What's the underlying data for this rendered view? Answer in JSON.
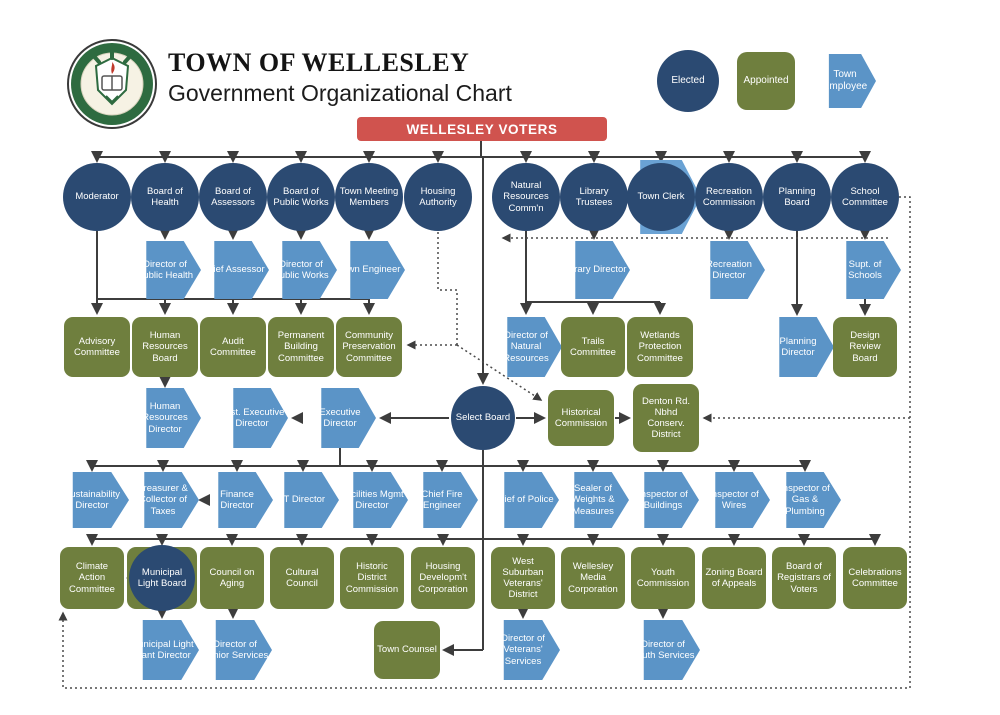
{
  "header": {
    "title": "TOWN OF WELLESLEY",
    "subtitle": "Government Organizational Chart",
    "seal_alt": "Town of Wellesley seal - April 6 1881"
  },
  "banner": {
    "label": "WELLESLEY VOTERS"
  },
  "legend": {
    "items": [
      {
        "label": "Elected",
        "type": "elected"
      },
      {
        "label": "Appointed",
        "type": "appointed"
      },
      {
        "label": "Town Employee",
        "type": "employee"
      }
    ]
  },
  "colors": {
    "elected": "#2b4a72",
    "appointed": "#6f7f3e",
    "employee": "#5b94c7",
    "employee_light": "#6aa2d4",
    "banner": "#d0534e",
    "line": "#3d3d3d",
    "dotted": "#4a4a4a"
  },
  "nodes": [
    {
      "id": "moderator",
      "label": "Moderator",
      "type": "elected"
    },
    {
      "id": "board-of-health",
      "label": "Board of Health",
      "type": "elected"
    },
    {
      "id": "board-of-assessors",
      "label": "Board of Assessors",
      "type": "elected"
    },
    {
      "id": "board-of-public-works",
      "label": "Board of Public Works",
      "type": "elected"
    },
    {
      "id": "town-meeting-members",
      "label": "Town Meeting Members",
      "type": "elected"
    },
    {
      "id": "housing-authority",
      "label": "Housing Authority",
      "type": "elected"
    },
    {
      "id": "natural-resources-commn",
      "label": "Natural Resources Comm'n",
      "type": "elected"
    },
    {
      "id": "library-trustees",
      "label": "Library Trustees",
      "type": "elected"
    },
    {
      "id": "town-clerk",
      "label": "Town Clerk",
      "type": "elected-employee"
    },
    {
      "id": "recreation-commission",
      "label": "Recreation Commission",
      "type": "elected"
    },
    {
      "id": "planning-board",
      "label": "Planning Board",
      "type": "elected"
    },
    {
      "id": "school-committee",
      "label": "School Committee",
      "type": "elected"
    },
    {
      "id": "director-of-public-health",
      "label": "Director of Public Health",
      "type": "employee"
    },
    {
      "id": "chief-assessor",
      "label": "Chief Assessor",
      "type": "employee"
    },
    {
      "id": "director-of-public-works",
      "label": "Director of Public Works",
      "type": "employee"
    },
    {
      "id": "town-engineer",
      "label": "Town Engineer",
      "type": "employee"
    },
    {
      "id": "library-director",
      "label": "Library Director",
      "type": "employee"
    },
    {
      "id": "recreation-director",
      "label": "Recreation Director",
      "type": "employee"
    },
    {
      "id": "supt-of-schools",
      "label": "Supt. of Schools",
      "type": "employee"
    },
    {
      "id": "advisory-committee",
      "label": "Advisory Committee",
      "type": "appointed"
    },
    {
      "id": "human-resources-board",
      "label": "Human Resources Board",
      "type": "appointed"
    },
    {
      "id": "audit-committee",
      "label": "Audit Committee",
      "type": "appointed"
    },
    {
      "id": "permanent-building-committee",
      "label": "Permanent Building Committee",
      "type": "appointed"
    },
    {
      "id": "community-preservation-committee",
      "label": "Community Preservation Committee",
      "type": "appointed"
    },
    {
      "id": "director-of-natural-resources",
      "label": "Director of Natural Resources",
      "type": "employee"
    },
    {
      "id": "trails-committee",
      "label": "Trails Committee",
      "type": "appointed"
    },
    {
      "id": "wetlands-protection-committee",
      "label": "Wetlands Protection Committee",
      "type": "appointed"
    },
    {
      "id": "planning-director",
      "label": "Planning Director",
      "type": "employee"
    },
    {
      "id": "design-review-board",
      "label": "Design Review Board",
      "type": "appointed"
    },
    {
      "id": "human-resources-director",
      "label": "Human Resources Director",
      "type": "employee"
    },
    {
      "id": "asst-executive-director",
      "label": "Asst. Executive Director",
      "type": "employee"
    },
    {
      "id": "executive-director",
      "label": "Executive Director",
      "type": "employee"
    },
    {
      "id": "select-board",
      "label": "Select Board",
      "type": "elected"
    },
    {
      "id": "historical-commission",
      "label": "Historical Commission",
      "type": "appointed"
    },
    {
      "id": "denton-rd-nbhd-conserv-district",
      "label": "Denton Rd. Nbhd Conserv. District",
      "type": "appointed"
    },
    {
      "id": "sustainability-director",
      "label": "Sustainability Director",
      "type": "employee"
    },
    {
      "id": "treasurer-collector-of-taxes",
      "label": "Treasurer & Collector of Taxes",
      "type": "employee"
    },
    {
      "id": "finance-director",
      "label": "Finance Director",
      "type": "employee"
    },
    {
      "id": "it-director",
      "label": "IT Director",
      "type": "employee"
    },
    {
      "id": "facilities-mgmt-director",
      "label": "Facilities Mgmt Director",
      "type": "employee"
    },
    {
      "id": "chief-fire-engineer",
      "label": "Chief Fire Engineer",
      "type": "employee"
    },
    {
      "id": "chief-of-police",
      "label": "Chief of Police",
      "type": "employee"
    },
    {
      "id": "sealer-of-weights-measures",
      "label": "Sealer of Weights & Measures",
      "type": "employee"
    },
    {
      "id": "inspector-of-buildings",
      "label": "Inspector of Buildings",
      "type": "employee"
    },
    {
      "id": "inspector-of-wires",
      "label": "Inspector of Wires",
      "type": "employee"
    },
    {
      "id": "inspector-of-gas-plumbing",
      "label": "Inspector of Gas & Plumbing",
      "type": "employee"
    },
    {
      "id": "climate-action-committee",
      "label": "Climate Action Committee",
      "type": "appointed"
    },
    {
      "id": "municipal-light-board",
      "label": "Municipal Light Board",
      "type": "elected-appointed"
    },
    {
      "id": "council-on-aging",
      "label": "Council on Aging",
      "type": "appointed"
    },
    {
      "id": "cultural-council",
      "label": "Cultural Council",
      "type": "appointed"
    },
    {
      "id": "historic-district-commission",
      "label": "Historic District Commission",
      "type": "appointed"
    },
    {
      "id": "housing-developmt-corporation",
      "label": "Housing Developm't Corporation",
      "type": "appointed"
    },
    {
      "id": "west-suburban-veterans-district",
      "label": "West Suburban Veterans' District",
      "type": "appointed"
    },
    {
      "id": "wellesley-media-corporation",
      "label": "Wellesley Media Corporation",
      "type": "appointed"
    },
    {
      "id": "youth-commission",
      "label": "Youth Commission",
      "type": "appointed"
    },
    {
      "id": "zoning-board-of-appeals",
      "label": "Zoning Board of Appeals",
      "type": "appointed"
    },
    {
      "id": "board-of-registrars-of-voters",
      "label": "Board of Registrars of Voters",
      "type": "appointed"
    },
    {
      "id": "celebrations-committee",
      "label": "Celebrations Committee",
      "type": "appointed"
    },
    {
      "id": "municipal-light-plant-director",
      "label": "Municipal Light Plant Director",
      "type": "employee"
    },
    {
      "id": "director-of-senior-services",
      "label": "Director of Senior Services",
      "type": "employee"
    },
    {
      "id": "town-counsel",
      "label": "Town Counsel",
      "type": "appointed"
    },
    {
      "id": "director-of-veterans-services",
      "label": "Director of Veterans' Services",
      "type": "employee"
    },
    {
      "id": "director-of-youth-services",
      "label": "Director of Youth Services",
      "type": "employee"
    }
  ]
}
